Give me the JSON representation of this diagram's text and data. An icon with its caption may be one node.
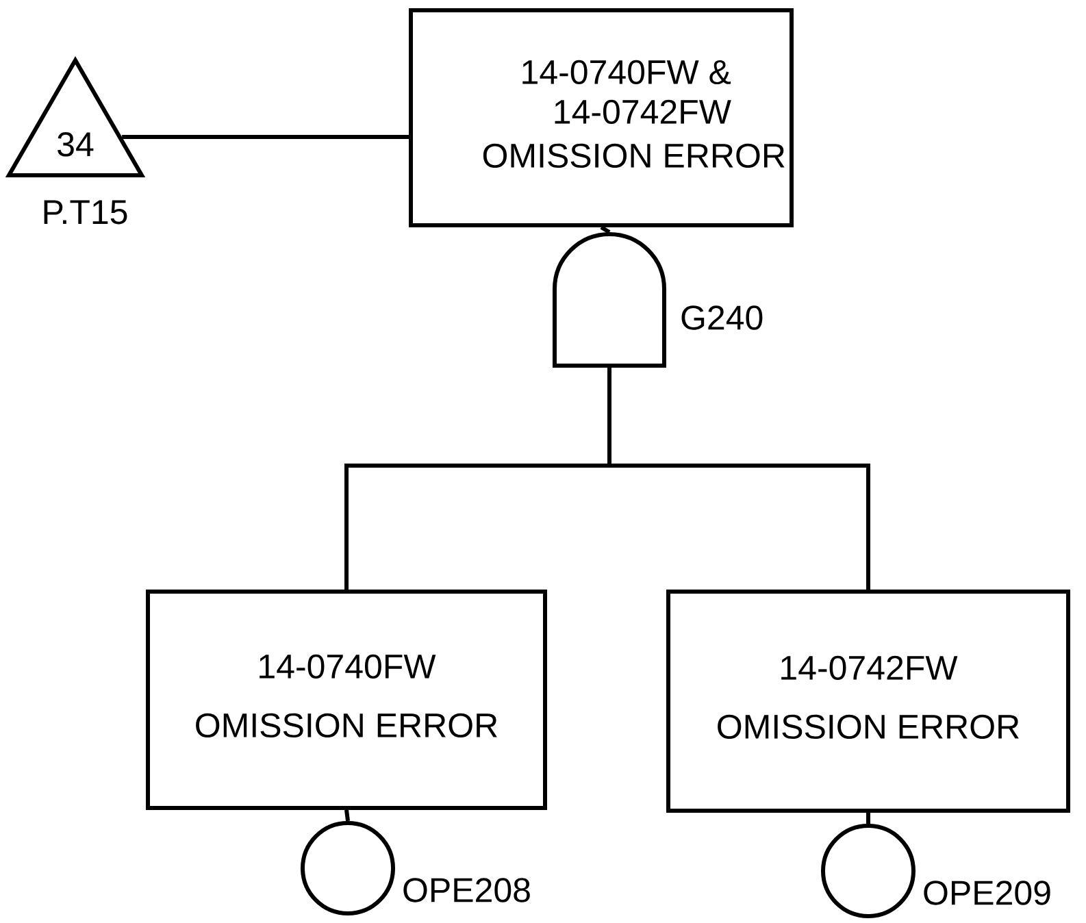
{
  "diagram": {
    "nodes": [
      {
        "text": [
          "34"
        ],
        "beside": [
          "P.T15"
        ]
      },
      {
        "text": [
          "14-0740FW & 14-0742FW",
          "OMISSION ERROR"
        ]
      },
      {
        "text": [],
        "shape": "gate",
        "beside": [
          "G240"
        ]
      },
      {
        "text": [
          "14-0740FW",
          "OMISSION ERROR"
        ]
      },
      {
        "text": [
          "14-0742FW",
          "OMISSION ERROR"
        ]
      },
      {
        "text": [],
        "shape": "circle",
        "beside": [
          "OPE208"
        ]
      },
      {
        "text": [],
        "shape": "circle",
        "beside": [
          "OPE209"
        ]
      }
    ],
    "edges": [
      {
        "from": 0,
        "to": 1,
        "arrow": "none"
      },
      {
        "from": 1,
        "to": 2,
        "arrow": "none"
      },
      {
        "from": 2,
        "to": 3,
        "arrow": "none"
      },
      {
        "from": 2,
        "to": 4,
        "arrow": "none"
      },
      {
        "from": 3,
        "to": 5,
        "arrow": "none"
      },
      {
        "from": 4,
        "to": 6,
        "arrow": "none"
      }
    ]
  }
}
